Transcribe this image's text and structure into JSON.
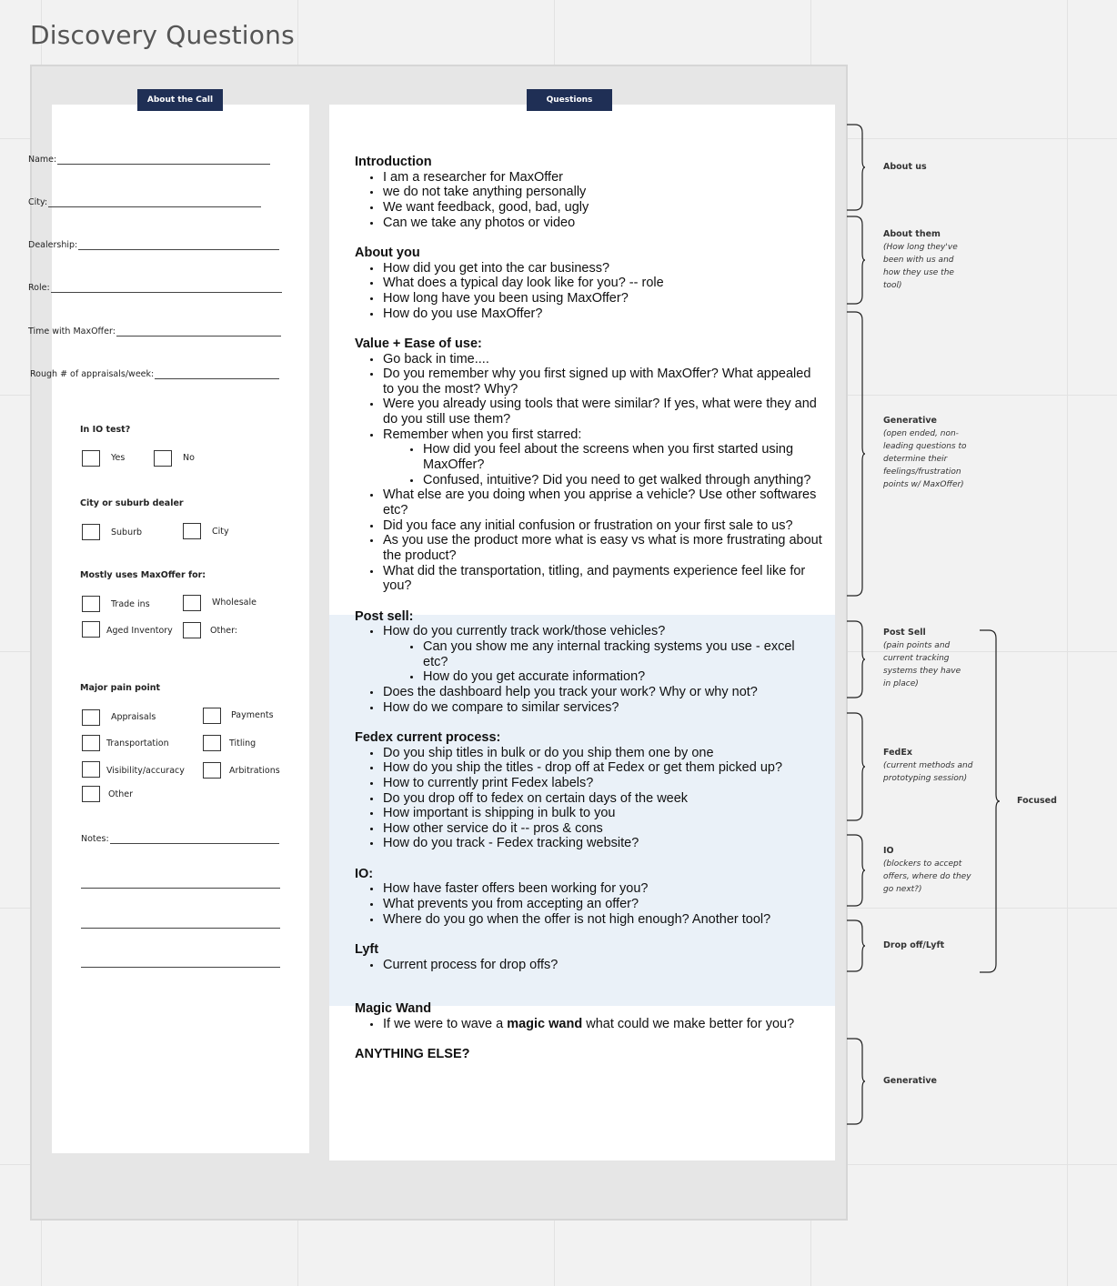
{
  "title": "Discovery Questions",
  "headers": {
    "about_call": "About the Call",
    "questions": "Questions"
  },
  "form": {
    "fields": [
      {
        "label": "Name:"
      },
      {
        "label": "City:"
      },
      {
        "label": "Dealership:"
      },
      {
        "label": "Role:"
      },
      {
        "label": "Time with MaxOffer:"
      },
      {
        "label": "Rough # of appraisals/week:"
      }
    ],
    "io_test": {
      "label": "In IO test?",
      "options": [
        "Yes",
        "No"
      ]
    },
    "dealer_type": {
      "label": "City or suburb dealer",
      "options": [
        "Suburb",
        "City"
      ]
    },
    "uses_for": {
      "label": "Mostly uses MaxOffer for:",
      "options": [
        "Trade ins",
        "Wholesale",
        "Aged Inventory",
        "Other:"
      ]
    },
    "pain_point": {
      "label": "Major pain point",
      "options": [
        "Appraisals",
        "Payments",
        "Transportation",
        "Titling",
        "Visibility/accuracy",
        "Arbitrations",
        "Other"
      ]
    },
    "notes_label": "Notes:"
  },
  "sections": [
    {
      "title": "Introduction",
      "items": [
        {
          "text": "I am a researcher for MaxOffer"
        },
        {
          "text": "we do not take anything personally"
        },
        {
          "text": "We want feedback, good, bad, ugly"
        },
        {
          "text": "Can we take any photos or video"
        }
      ]
    },
    {
      "title": "About you",
      "items": [
        {
          "text": "How did you get into the car business?"
        },
        {
          "text": "What does a typical day look like for you? -- role"
        },
        {
          "text": "How long have you been using MaxOffer?"
        },
        {
          "text": "How do you use MaxOffer?"
        }
      ]
    },
    {
      "title": "Value + Ease of use:",
      "items": [
        {
          "text": "Go back in time...."
        },
        {
          "text": "Do you remember why you first signed up with MaxOffer? What appealed to you the most? Why?"
        },
        {
          "text": "Were you already using tools that were similar? If yes, what were they and do you still use them?"
        },
        {
          "text": "Remember when you first starred:"
        },
        {
          "text": "How did you feel about the screens when you first started using MaxOffer?",
          "sub": true
        },
        {
          "text": "Confused, intuitive? Did you need to get walked through anything?",
          "sub": true
        },
        {
          "text": "What else are you doing when you apprise a vehicle? Use other softwares etc?"
        },
        {
          "text": "Did you face any initial confusion or frustration on your first sale to us?"
        },
        {
          "text": "As you use the product more what is easy vs what is more frustrating about the product?"
        },
        {
          "text": "What did the transportation, titling, and payments experience feel like for you?"
        }
      ]
    },
    {
      "title": "Post sell:",
      "items": [
        {
          "text": "How do you currently track work/those vehicles?"
        },
        {
          "text": "Can you show me any internal tracking systems you use - excel etc?",
          "sub": true
        },
        {
          "text": "How do you get accurate information?",
          "sub": true
        },
        {
          "text": "Does the dashboard help you track your work? Why or why not?"
        },
        {
          "text": "How do we compare to similar services?"
        }
      ]
    },
    {
      "title": "Fedex current process:",
      "items": [
        {
          "text": "Do you ship titles in bulk or do you ship them one by one"
        },
        {
          "text": "How do you ship the titles - drop off at Fedex or get them picked up?"
        },
        {
          "text": "How to currently print Fedex labels?"
        },
        {
          "text": "Do you drop off to fedex on certain days of the week"
        },
        {
          "text": "How important is shipping in bulk to you"
        },
        {
          "text": "How other service do it -- pros & cons"
        },
        {
          "text": "How do you track - Fedex tracking website?"
        }
      ]
    },
    {
      "title": "IO:",
      "items": [
        {
          "text": "How have faster offers been working for you?"
        },
        {
          "text": "What prevents you from accepting an offer?"
        },
        {
          "text": "Where do you go when the offer is not high enough? Another tool?"
        }
      ]
    },
    {
      "title": "Lyft",
      "items": [
        {
          "text": "Current process for drop offs?"
        }
      ]
    },
    {
      "title": "Magic Wand",
      "items": [
        {
          "pre": "If we were to wave a ",
          "bold": "magic wand",
          "post": " what could we make better for you?"
        }
      ]
    },
    {
      "title": "ANYTHING ELSE?",
      "items": []
    }
  ],
  "annotations": [
    {
      "title": "About us",
      "desc": ""
    },
    {
      "title": "About them",
      "desc": "(How long they've been with us and how they use the tool)"
    },
    {
      "title": "Generative",
      "desc": "(open ended, non-leading questions to determine their feelings/frustration points w/ MaxOffer)"
    },
    {
      "title": "Post Sell",
      "desc": "(pain points and current tracking systems they have in place)"
    },
    {
      "title": "FedEx",
      "desc": "(current methods and prototyping session)"
    },
    {
      "title": "IO",
      "desc": "(blockers to accept offers, where do they go next?)"
    },
    {
      "title": "Drop off/Lyft",
      "desc": ""
    },
    {
      "title": "Generative",
      "desc": ""
    },
    {
      "title": "Focused",
      "desc": ""
    }
  ]
}
